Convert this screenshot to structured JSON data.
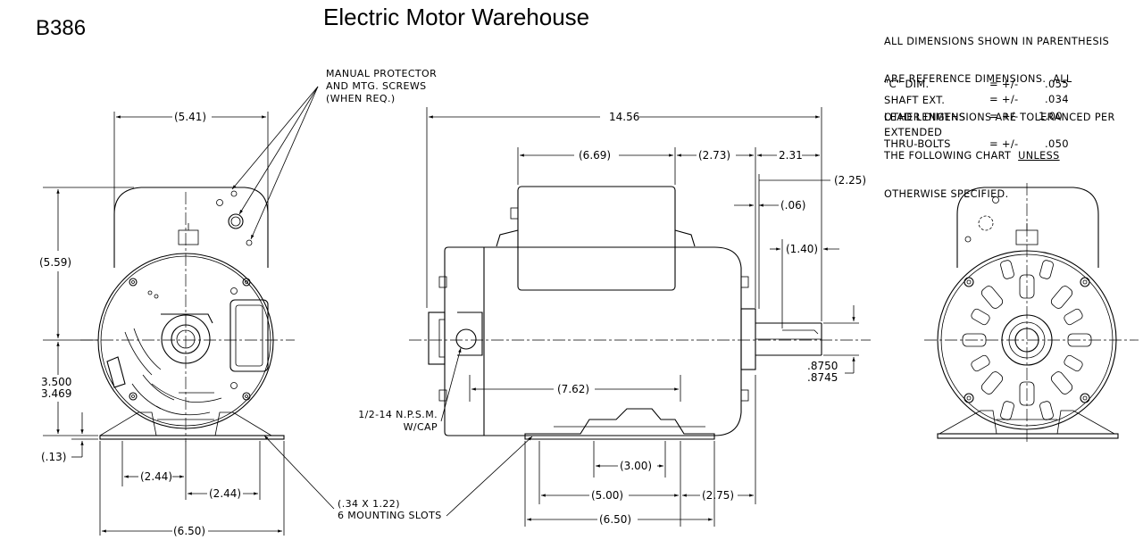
{
  "header": {
    "title": "Electric Motor Warehouse",
    "model": "B386"
  },
  "notes": {
    "general": [
      "ALL DIMENSIONS SHOWN IN PARENTHESIS",
      "ARE REFERENCE DIMENSIONS.  ALL",
      "OTHER DIMENSIONS ARE TOLERANCED PER",
      "THE FOLLOWING CHART"
    ],
    "general_unless": "UNLESS",
    "general_last": "OTHERWISE SPECIFIED.",
    "tolerances": [
      {
        "label": "\"C\" DIM.",
        "sign": "= +/-",
        "value": ".055"
      },
      {
        "label": "SHAFT EXT.",
        "sign": "= +/-",
        "value": ".034"
      },
      {
        "label": "LEAD LENGTHS",
        "sign": "= +/-",
        "value": "1.00"
      },
      {
        "label": "EXTENDED\nTHRU-BOLTS",
        "sign": "= +/-",
        "value": ".050"
      }
    ]
  },
  "callouts": {
    "protector": "MANUAL PROTECTOR\nAND MTG. SCREWS\n(WHEN REQ.)",
    "conduit": "1/2-14 N.P.S.M.\nW/CAP",
    "slots": "(.34 X 1.22)\n6 MOUNTING SLOTS"
  },
  "dimensions": {
    "front_width_top": "(5.41)",
    "front_height_upper": "(5.59)",
    "front_centre_height_1": "3.500",
    "front_centre_height_2": "3.469",
    "front_base_thick": "(.13)",
    "front_hole_left": "(2.44)",
    "front_hole_right": "(2.44)",
    "front_base_width": "(6.50)",
    "side_overall": "14.56",
    "side_box_len": "(6.69)",
    "side_box_to_end": "(2.73)",
    "side_shaft_ext": "2.31",
    "side_shaft_offset": "(2.25)",
    "side_bolt_ext": "(.06)",
    "side_flat_len": "(1.40)",
    "side_shaft_dia_1": ".8750",
    "side_shaft_dia_2": ".8745",
    "side_base_to_end": "(7.62)",
    "side_slot_span": "(3.00)",
    "side_hole_span": "(5.00)",
    "side_base_offset": "(2.75)",
    "side_base_len": "(6.50)"
  }
}
